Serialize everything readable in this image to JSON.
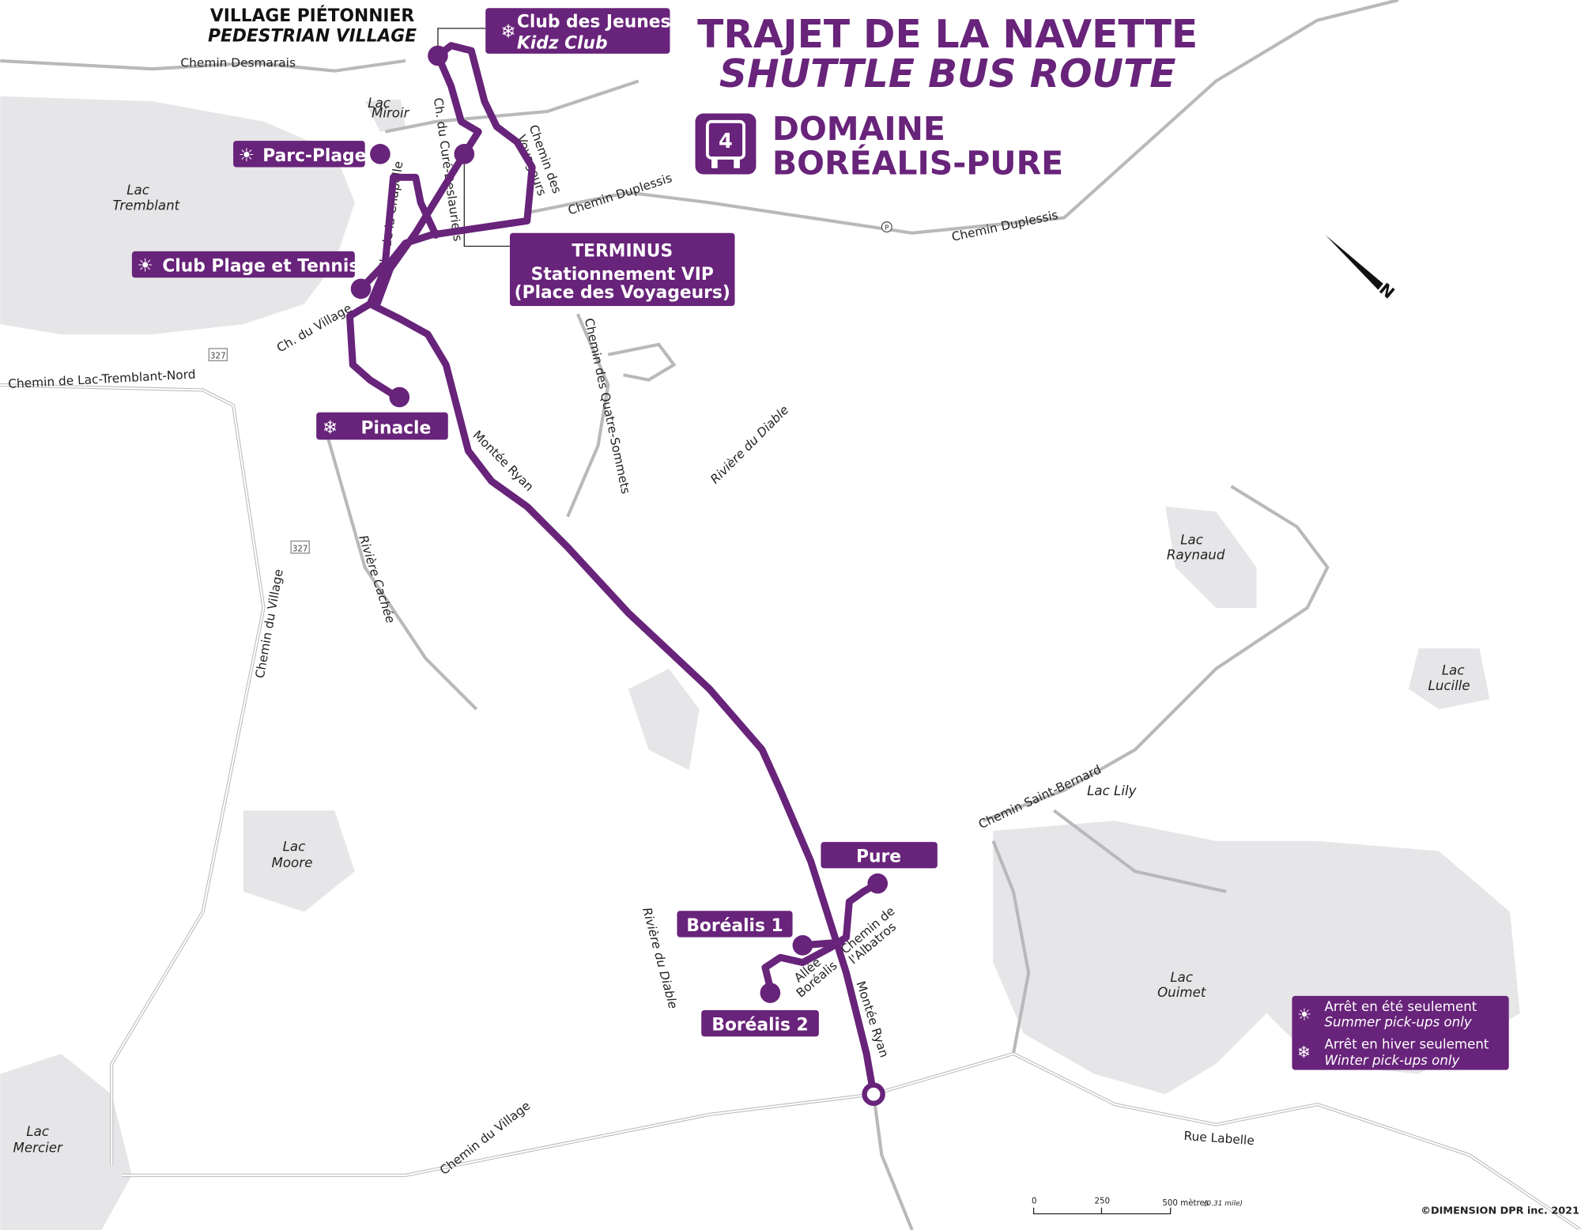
{
  "title": {
    "fr": "TRAJET DE LA NAVETTE",
    "en": "SHUTTLE BUS ROUTE"
  },
  "route": {
    "number": "4",
    "name_line1": "DOMAINE",
    "name_line2": "BORÉALIS-PURE",
    "color": "#68237a"
  },
  "village": {
    "fr": "VILLAGE PIÉTONNIER",
    "en": "PEDESTRIAN VILLAGE"
  },
  "stops": {
    "kidz_club": {
      "fr": "Club des Jeunes",
      "en": "Kidz Club",
      "season": "winter"
    },
    "parc_plage": {
      "label": "Parc-Plage",
      "season": "summer"
    },
    "club_plage": {
      "label": "Club Plage et Tennis",
      "season": "summer"
    },
    "pinacle": {
      "label": "Pinacle",
      "season": "winter"
    },
    "terminus": {
      "line1": "TERMINUS",
      "line2": "Stationnement VIP",
      "line3": "(Place des Voyageurs)"
    },
    "pure": {
      "label": "Pure"
    },
    "borealis1": {
      "label": "Boréalis 1"
    },
    "borealis2": {
      "label": "Boréalis 2"
    }
  },
  "roads": {
    "desmarais": "Chemin Desmarais",
    "cure": "Ch. du Curé-Deslauriers",
    "voyageurs1": "Chemin des",
    "voyageurs2": "Voyageurs",
    "duplessis1": "Chemin Duplessis",
    "duplessis2": "Chemin Duplessis",
    "chapelle": "Ch. de la Chapelle",
    "ch_village": "Ch. du Village",
    "lac_tremblant_nord": "Chemin de Lac-Tremblant-Nord",
    "quatre_sommets": "Chemin des Quatre-Sommets",
    "montee_ryan1": "Montée Ryan",
    "montee_ryan2": "Montée Ryan",
    "riviere_diable1": "Rivière du Diable",
    "riviere_diable2": "Rivière du Diable",
    "riviere_cachee": "Rivière Cachée",
    "chemin_village1": "Chemin du Village",
    "chemin_village2": "Chemin du Village",
    "saint_bernard": "Chemin Saint-Bernard",
    "rue_labelle": "Rue Labelle",
    "albatros1": "Chemin de",
    "albatros2": "l'Albatros",
    "allee1": "Allée",
    "allee2": "Boréalis",
    "hwy": "327"
  },
  "lakes": {
    "miroir1": "Lac",
    "miroir2": "Miroir",
    "tremblant1": "Lac",
    "tremblant2": "Tremblant",
    "raynaud1": "Lac",
    "raynaud2": "Raynaud",
    "lucille1": "Lac",
    "lucille2": "Lucille",
    "lily": "Lac Lily",
    "moore1": "Lac",
    "moore2": "Moore",
    "ouimet1": "Lac",
    "ouimet2": "Ouimet",
    "mercier1": "Lac",
    "mercier2": "Mercier"
  },
  "legend": {
    "summer_fr": "Arrêt en été seulement",
    "summer_en": "Summer pick-ups only",
    "winter_fr": "Arrêt en hiver seulement",
    "winter_en": "Winter pick-ups only"
  },
  "scale": {
    "t0": "0",
    "t1": "250",
    "t2": "500 mètres",
    "t2_alt": "(0.31 mile)"
  },
  "copyright": "©DIMENSION DPR inc. 2021",
  "icons": {
    "summer": "sun-icon",
    "winter": "snowflake-icon",
    "bus": "bus-icon",
    "parking": "P"
  }
}
